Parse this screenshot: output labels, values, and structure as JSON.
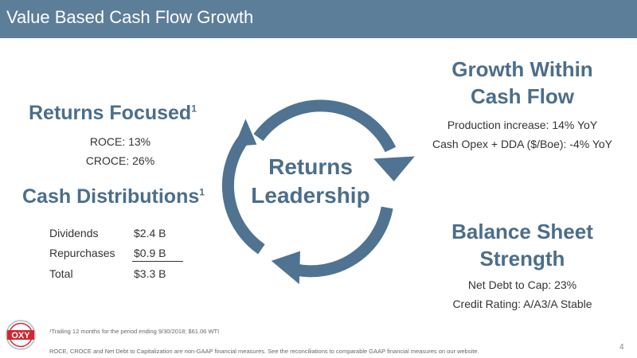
{
  "slide": {
    "title": "Value Based Cash Flow Growth",
    "page_number": "4"
  },
  "returns_focused": {
    "heading": "Returns Focused",
    "footnote_mark": "1",
    "lines": [
      "ROCE: 13%",
      "CROCE: 26%"
    ]
  },
  "cash_distributions": {
    "heading": "Cash Distributions",
    "footnote_mark": "1",
    "rows": [
      {
        "label": "Dividends",
        "value": "$2.4 B"
      },
      {
        "label": "Repurchases",
        "value": "$0.9 B"
      },
      {
        "label": "Total",
        "value": "$3.3 B"
      }
    ]
  },
  "center": {
    "line1": "Returns",
    "line2": "Leadership"
  },
  "growth": {
    "heading_line1": "Growth Within",
    "heading_line2": "Cash Flow",
    "lines": [
      "Production increase: 14% YoY",
      "Cash Opex + DDA ($/Boe): -4% YoY"
    ]
  },
  "balance": {
    "heading_line1": "Balance Sheet",
    "heading_line2": "Strength",
    "lines": [
      "Net Debt to Cap: 23%",
      "Credit Rating: A/A3/A Stable"
    ]
  },
  "logo": {
    "text": "OXY",
    "colors": {
      "red": "#d22630",
      "ring": "#c0c8d0"
    }
  },
  "footnotes": {
    "line1": "¹Trailing 12 months for the period ending 9/30/2018; $61.06 WTI",
    "line2": "ROCE, CROCE and Net Debt to Capitalization are non-GAAP financial measures. See the reconciliations to comparable GAAP financial measures on our website."
  },
  "colors": {
    "title_bar": "#5d7e99",
    "heading": "#4b6e8b",
    "cycle": "#4f7391"
  }
}
